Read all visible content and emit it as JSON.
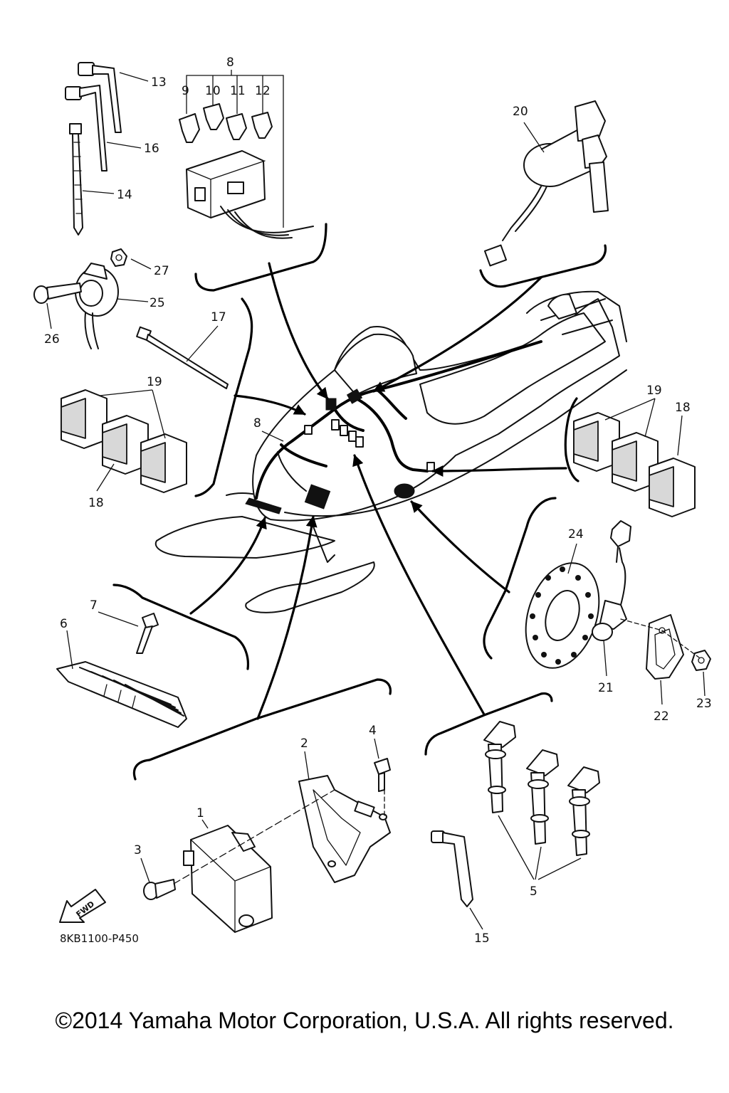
{
  "callouts": {
    "n1": "1",
    "n2": "2",
    "n3": "3",
    "n4": "4",
    "n5": "5",
    "n6": "6",
    "n7": "7",
    "n8": "8",
    "n9": "9",
    "n10": "10",
    "n11": "11",
    "n12": "12",
    "n13": "13",
    "n14": "14",
    "n15": "15",
    "n16": "16",
    "n17": "17",
    "n18": "18",
    "n19": "19",
    "n20": "20",
    "n21": "21",
    "n22": "22",
    "n23": "23",
    "n24": "24",
    "n25": "25",
    "n26": "26",
    "n27": "27"
  },
  "fwd_label": "FWD",
  "diagram_code": "8KB1100-P450",
  "copyright": "©2014 Yamaha Motor Corporation, U.S.A. All rights reserved."
}
